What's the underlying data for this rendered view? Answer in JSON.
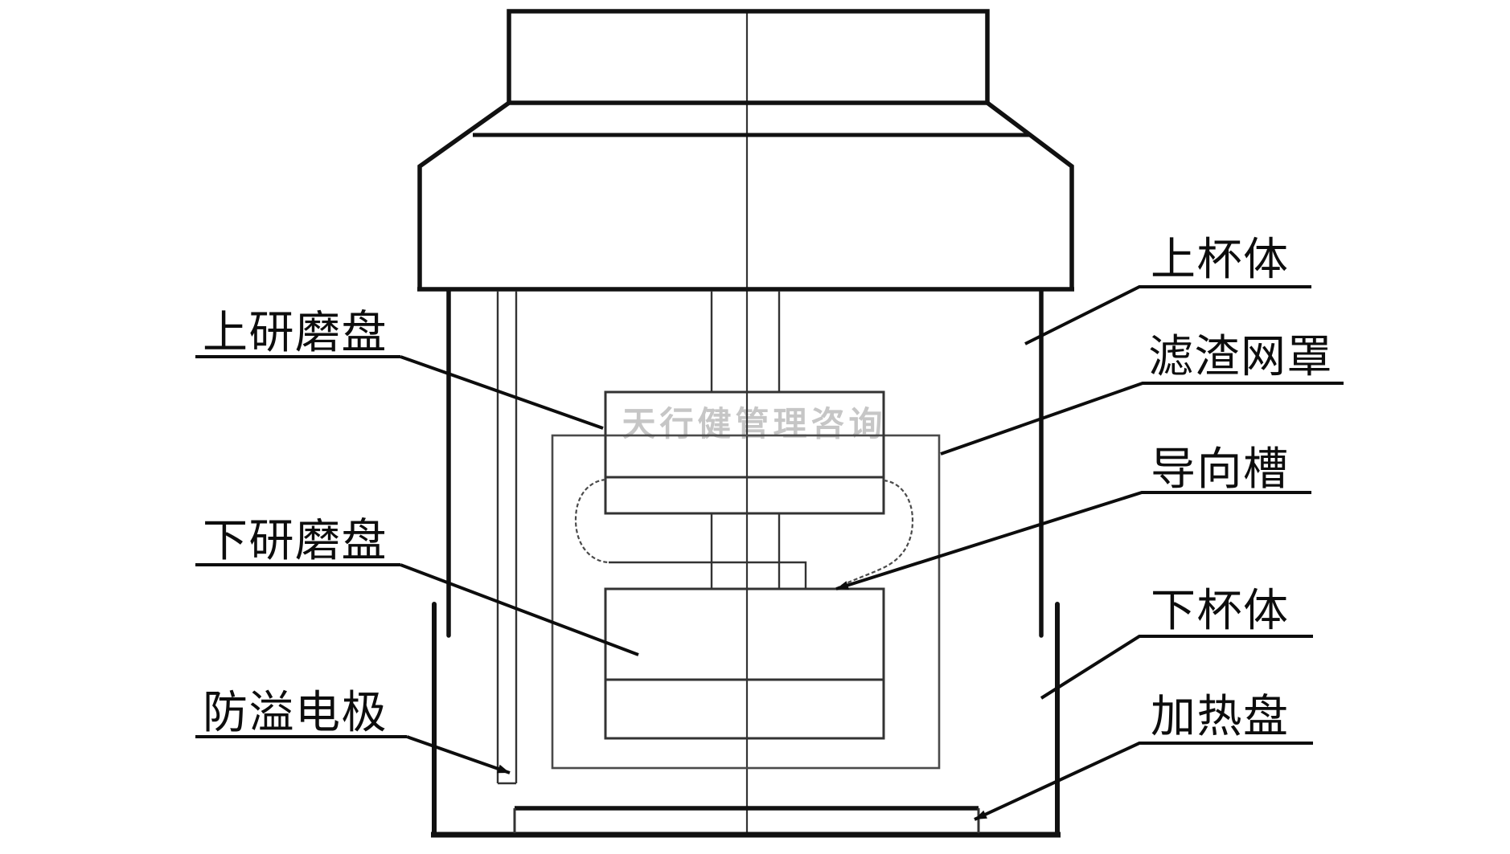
{
  "figure": {
    "kind": "patent-style cross-section diagram of a grinding soymilk appliance",
    "background": "#ffffff",
    "line_color": "#111111",
    "labels": {
      "upper_grinding_disc": "上研磨盘",
      "lower_grinding_disc": "下研磨盘",
      "overflow_electrode": "防溢电极",
      "upper_cup_body": "上杯体",
      "residue_filter_mesh": "滤渣网罩",
      "guide_groove": "导向槽",
      "lower_cup_body": "下杯体",
      "heating_plate": "加热盘"
    }
  },
  "watermark": {
    "text": "天行健管理咨询",
    "color": "#c6c6c6"
  }
}
